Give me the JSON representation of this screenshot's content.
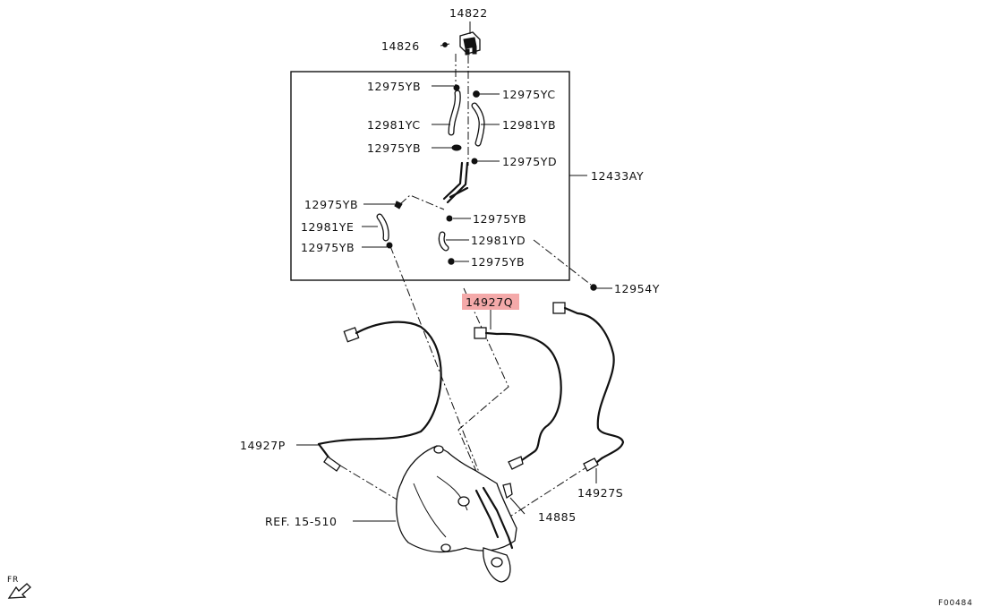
{
  "diagram_id": "F00484",
  "direction_label": "FR",
  "parts": {
    "p14822": "14822",
    "p14826": "14826",
    "p12975YB_1": "12975YB",
    "p12975YC": "12975YC",
    "p12981YC": "12981YC",
    "p12981YB": "12981YB",
    "p12975YB_2": "12975YB",
    "p12975YD": "12975YD",
    "p12433AY": "12433AY",
    "p12975YB_3": "12975YB",
    "p12975YB_4": "12975YB",
    "p12981YE": "12981YE",
    "p12981YD": "12981YD",
    "p12975YB_5": "12975YB",
    "p12975YB_6": "12975YB",
    "p12954Y": "12954Y",
    "p14927Q": "14927Q",
    "p14927P": "14927P",
    "p14927S": "14927S",
    "p14885": "14885",
    "ref": "REF. 15-510"
  },
  "highlight_color": "#f4a9a9"
}
